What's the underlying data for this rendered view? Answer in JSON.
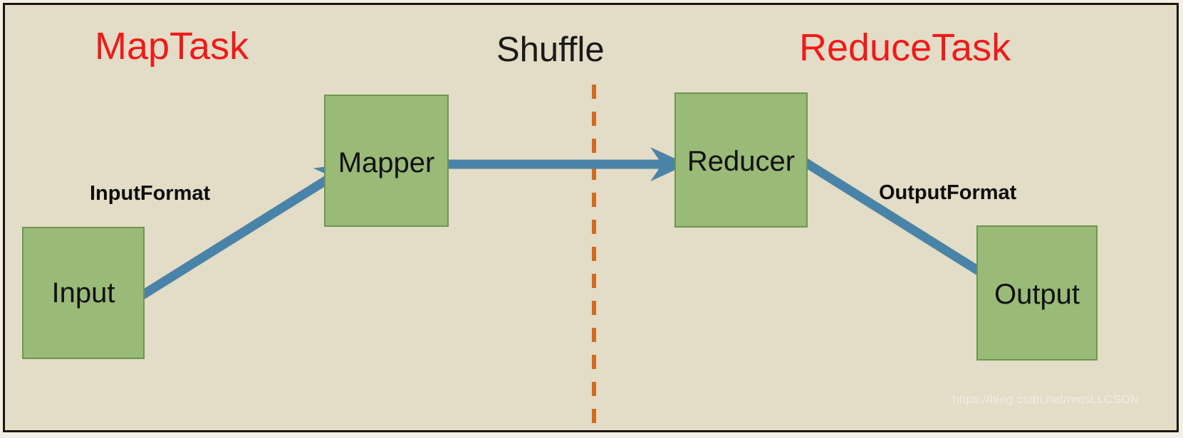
{
  "diagram": {
    "title": "MapReduce MapTask Shuffle ReduceTask flow",
    "background_color": "#E3DCC6",
    "frame_color": "#1B1611",
    "headings": [
      {
        "id": "maptask",
        "label": "MapTask",
        "color": "#EE1B1B"
      },
      {
        "id": "shuffle",
        "label": "Shuffle",
        "color": "#1A1A1A"
      },
      {
        "id": "reducetask",
        "label": "ReduceTask",
        "color": "#EE1B1B"
      }
    ],
    "nodes": [
      {
        "id": "input",
        "label": "Input",
        "fill": "#9ABA78",
        "stroke": "#6F9550"
      },
      {
        "id": "mapper",
        "label": "Mapper",
        "fill": "#9ABA78",
        "stroke": "#6F9550"
      },
      {
        "id": "reducer",
        "label": "Reducer",
        "fill": "#9ABA78",
        "stroke": "#6F9550"
      },
      {
        "id": "output",
        "label": "Output",
        "fill": "#9ABA78",
        "stroke": "#6F9550"
      }
    ],
    "edges": [
      {
        "id": "input-to-mapper",
        "from": "input",
        "to": "mapper",
        "label": "InputFormat",
        "color": "#4A83A8"
      },
      {
        "id": "mapper-to-reducer",
        "from": "mapper",
        "to": "reducer",
        "label": "",
        "color": "#4A83A8"
      },
      {
        "id": "reducer-to-output",
        "from": "reducer",
        "to": "output",
        "label": "OutputFormat",
        "color": "#4A83A8"
      }
    ],
    "divider": {
      "id": "shuffle-divider",
      "style": "dashed",
      "color": "#D4691E"
    },
    "watermark": "https://blog.csdn.net/nmsLLCSDN"
  }
}
